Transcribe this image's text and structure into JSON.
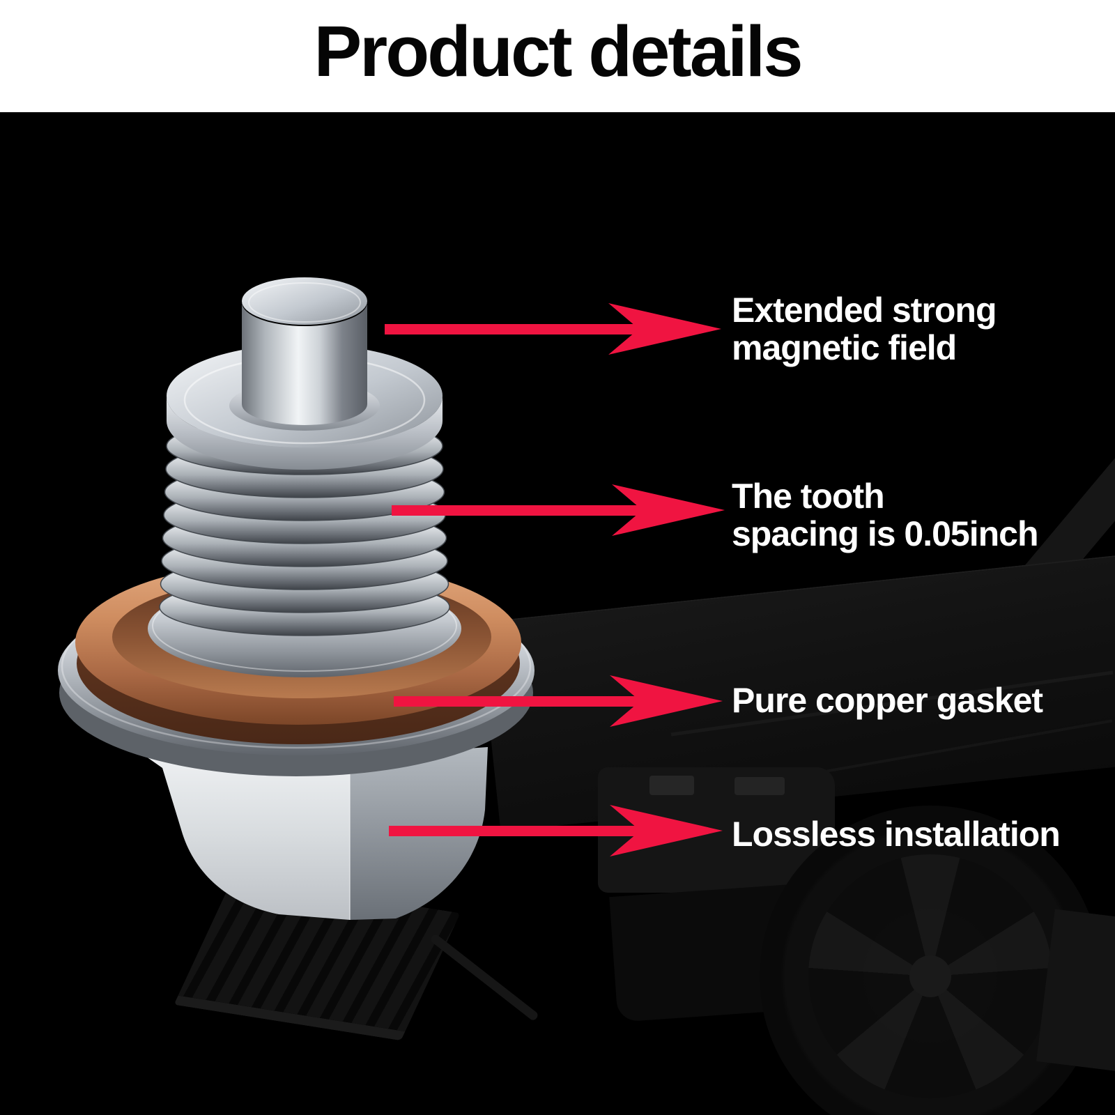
{
  "header": {
    "title": "Product details"
  },
  "callouts": [
    {
      "target": "magnet-post",
      "lines": [
        "Extended strong",
        "magnetic field"
      ]
    },
    {
      "target": "thread-section",
      "lines": [
        "The tooth",
        "spacing is 0.05inch"
      ]
    },
    {
      "target": "copper-gasket",
      "lines": [
        "Pure copper gasket"
      ]
    },
    {
      "target": "hex-head",
      "lines": [
        "Lossless installation"
      ]
    }
  ],
  "colors": {
    "header_bg": "#ffffff",
    "title_text": "#050505",
    "stage_bg": "#000000",
    "arrow": "#f01441",
    "label_text": "#ffffff",
    "copper": "#c07e54",
    "steel": "#c9ced4"
  }
}
